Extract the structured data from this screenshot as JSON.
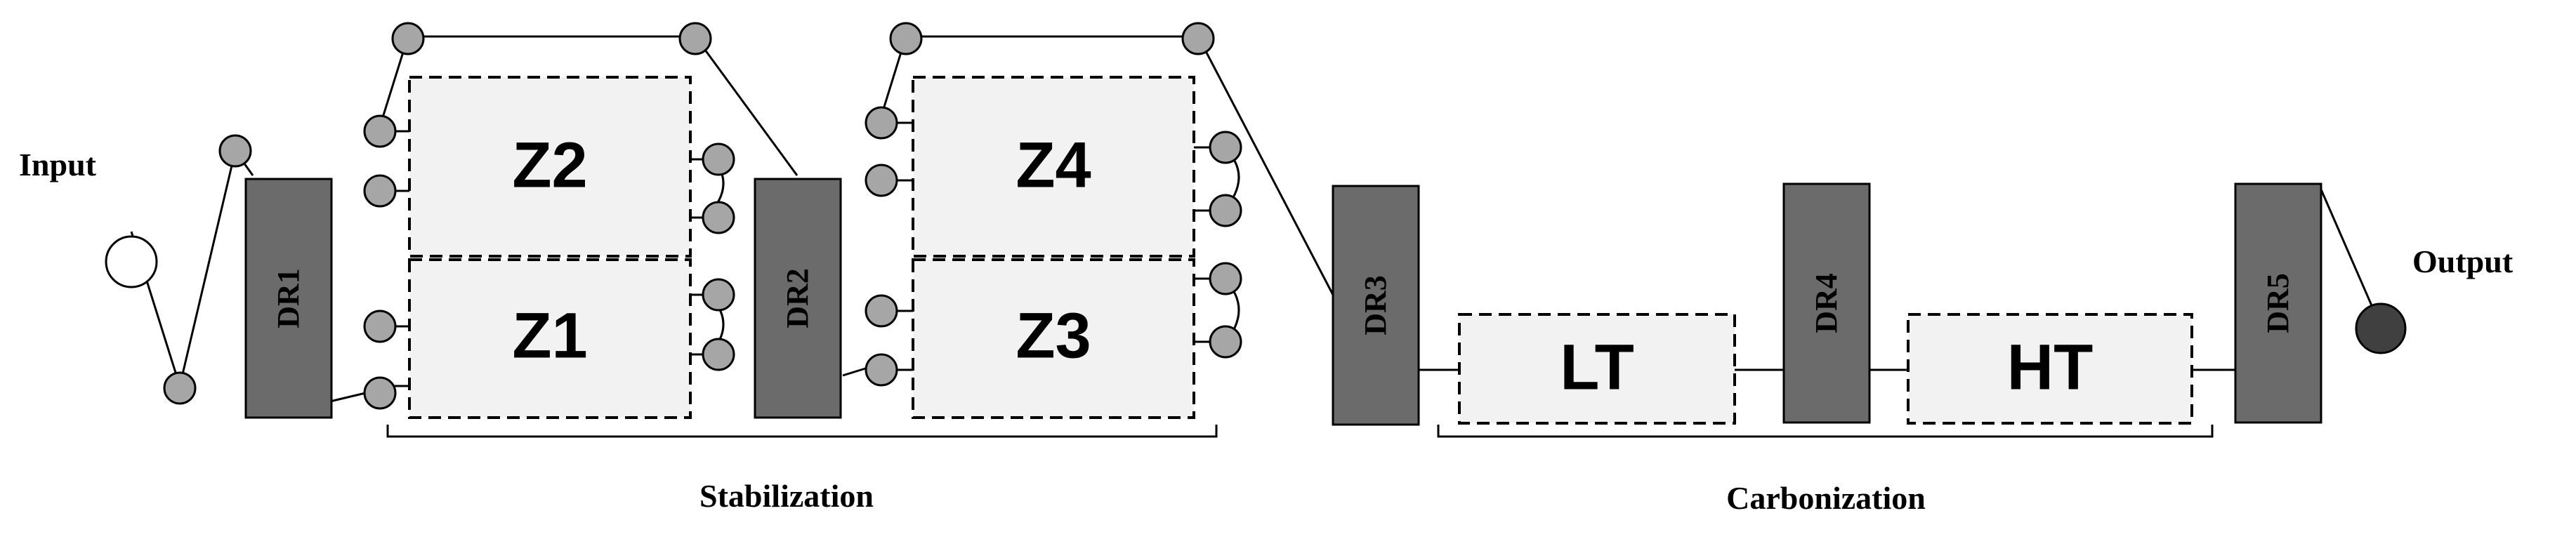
{
  "labels": {
    "input": "Input",
    "output": "Output",
    "stabilization": "Stabilization",
    "carbonization": "Carbonization"
  },
  "draw_rolls": [
    "DR1",
    "DR2",
    "DR3",
    "DR4",
    "DR5"
  ],
  "zones": {
    "z1": "Z1",
    "z2": "Z2",
    "z3": "Z3",
    "z4": "Z4",
    "lt": "LT",
    "ht": "HT"
  },
  "colors": {
    "draw_roll_fill": "#6b6b6b",
    "zone_fill": "#f2f2f2",
    "roller_fill": "#a6a6a6",
    "output_spool": "#404040",
    "line": "#000000"
  }
}
